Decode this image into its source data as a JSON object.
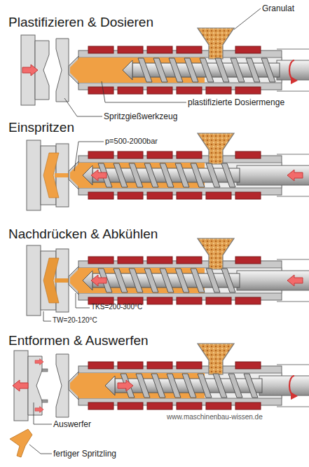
{
  "diagram": {
    "labels": [
      "Plastifizieren & Dosieren",
      "Granulat",
      "plastifizierte Dosiermenge",
      "Spritzgießwerkzeug",
      "Einspritzen",
      "p=500-2000bar",
      "Nachdrücken & Abkühlen",
      "TKS=200-300°C",
      "TW=20-120°C",
      "Entformen & Auswerfen",
      "www.maschinenbau-wissen.de",
      "Auswerfer",
      "fertiger Spritzling"
    ]
  }
}
